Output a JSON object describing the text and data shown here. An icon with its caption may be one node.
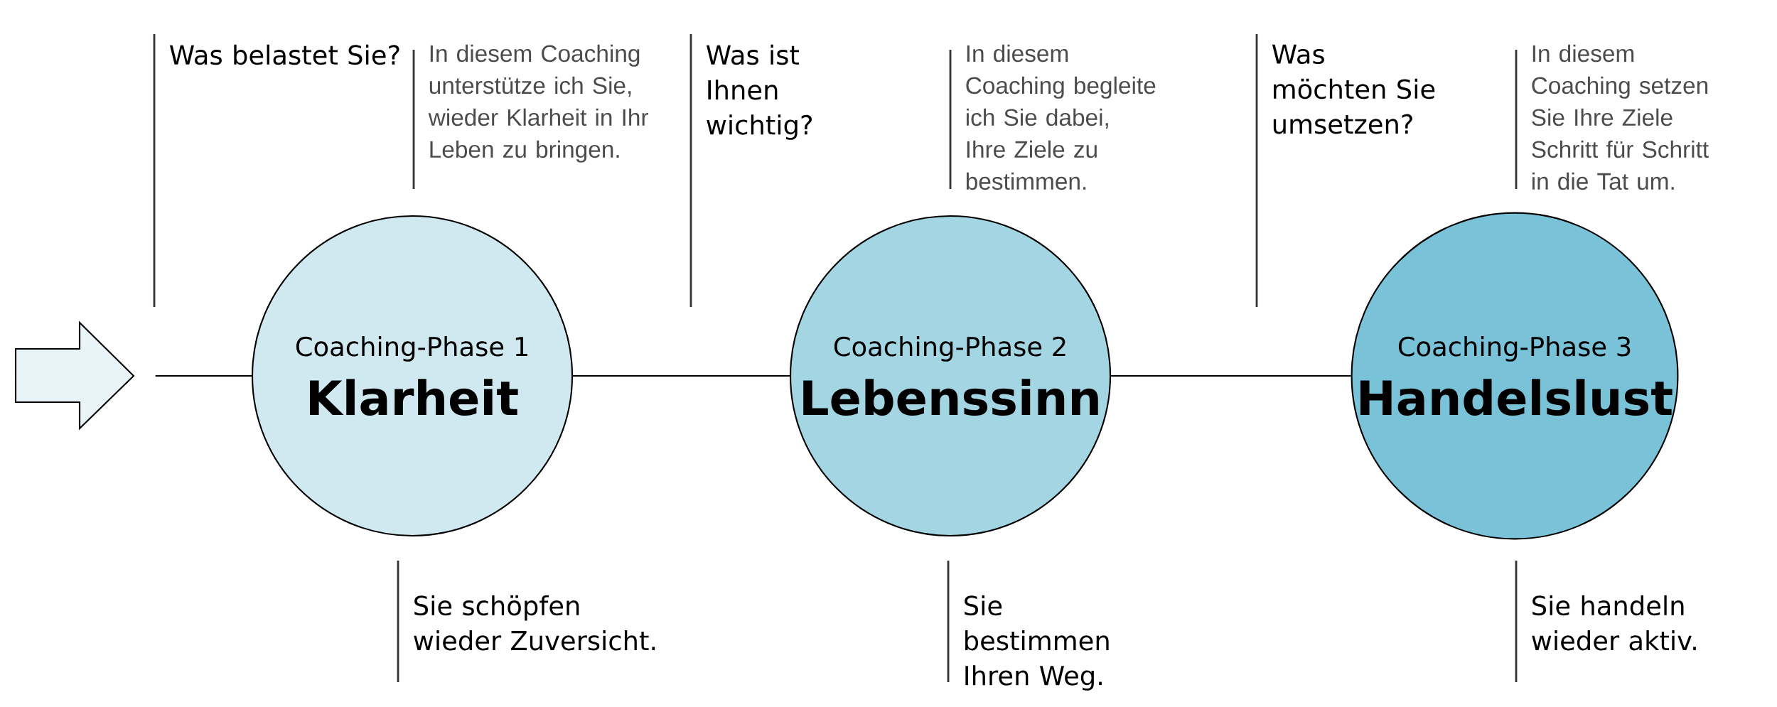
{
  "diagram": {
    "nodes": [
      {
        "text": [],
        "shape": "arrow"
      },
      {
        "text": [
          "Coaching-Phase 1",
          "Klarheit"
        ]
      },
      {
        "text": [
          "Coaching-Phase 2",
          "Lebenssinn"
        ]
      },
      {
        "text": [
          "Coaching-Phase 3",
          "Handelslust"
        ]
      }
    ],
    "edges": [
      {
        "from": 0,
        "to": 1,
        "arrow": "none"
      },
      {
        "from": 1,
        "to": 2,
        "arrow": "none"
      },
      {
        "from": 2,
        "to": 3,
        "arrow": "none"
      }
    ],
    "labels": [
      "Was belastet Sie?",
      "In diesem Coaching unterstütze ich Sie, wieder Klarheit in Ihr Leben zu bringen.",
      "Was ist Ihnen wichtig?",
      "In diesem Coaching begleite ich Sie dabei, Ihre Ziele zu bestimmen.",
      "Was möchten Sie umsetzen?",
      "In diesem Coaching setzen Sie Ihre Ziele Schritt für Schritt in die Tat um.",
      "Sie schöpfen wieder Zuversicht.",
      "Sie bestimmen Ihren Weg.",
      "Sie handeln wieder aktiv."
    ]
  }
}
